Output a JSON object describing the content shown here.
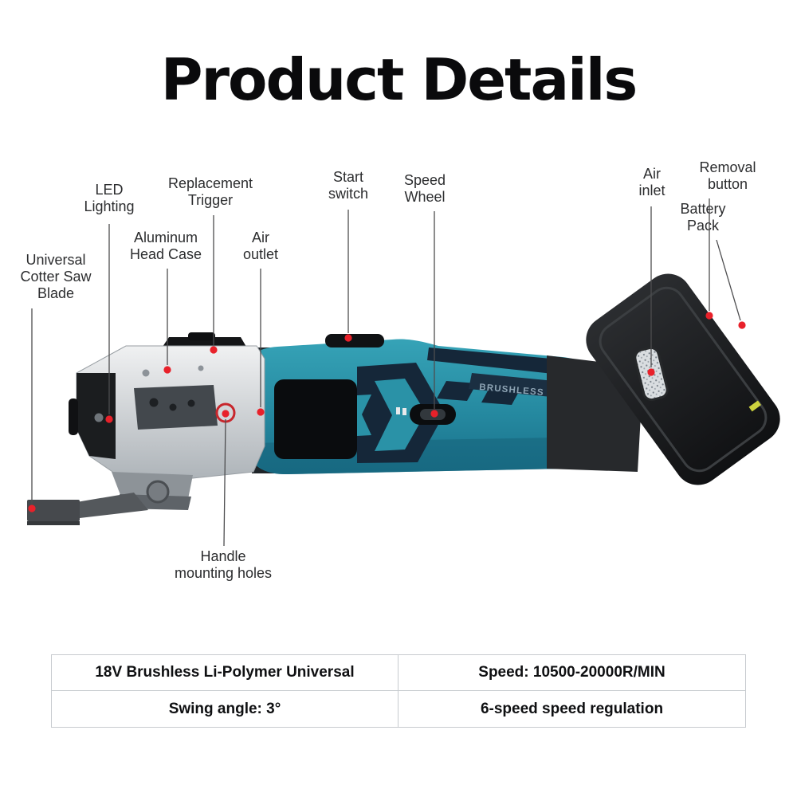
{
  "title": "Product Details",
  "callouts": {
    "led": "LED\nLighting",
    "trigger": "Replacement\nTrigger",
    "start_switch": "Start\nswitch",
    "speed_wheel": "Speed\nWheel",
    "air_inlet": "Air\ninlet",
    "removal_button": "Removal\nbutton",
    "battery_pack": "Battery\nPack",
    "head_case": "Aluminum\nHead Case",
    "air_outlet": "Air\noutlet",
    "saw_blade": "Universal\nCotter Saw\nBlade",
    "mounting_holes": "Handle\nmounting holes"
  },
  "product": {
    "brand_text": "BRUSHLESS",
    "colors": {
      "body_teal": "#2a92a7",
      "accent_navy": "#152739",
      "battery_black": "#1a1b1d",
      "head_silver": "#c9ced2",
      "callout_dot_red": "#e8212a"
    }
  },
  "specs": {
    "rows": [
      [
        "18V Brushless Li-Polymer Universal",
        "Speed: 10500-20000R/MIN"
      ],
      [
        "Swing angle: 3°",
        "6-speed speed regulation"
      ]
    ]
  }
}
